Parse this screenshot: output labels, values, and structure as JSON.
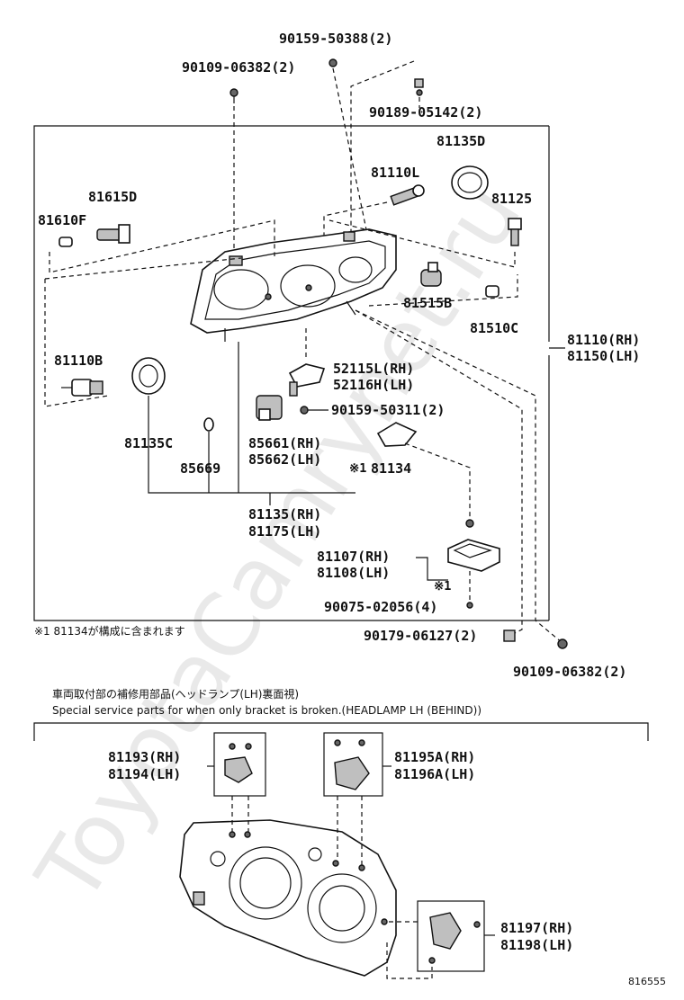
{
  "watermark": "ToyotaCamrynet.ru",
  "parts": {
    "p90159_50388": "90159-50388(2)",
    "p90109_06382_top": "90109-06382(2)",
    "p90189_05142": "90189-05142(2)",
    "p81135D": "81135D",
    "p81110L": "81110L",
    "p81615D": "81615D",
    "p81610F": "81610F",
    "p81125": "81125",
    "p81515B": "81515B",
    "p81510C": "81510C",
    "p81110_rh": "81110(RH)",
    "p81150_lh": "81150(LH)",
    "p81110B": "81110B",
    "p52115L_rh": "52115L(RH)",
    "p52116H_lh": "52116H(LH)",
    "p90159_50311": "90159-50311(2)",
    "p81135C": "81135C",
    "p85661_rh": "85661(RH)",
    "p85662_lh": "85662(LH)",
    "p85669": "85669",
    "p81134": "81134",
    "p81134_mark": "※1",
    "p81135_rh": "81135(RH)",
    "p81175_lh": "81175(LH)",
    "p81107_rh": "81107(RH)",
    "p81108_lh": "81108(LH)",
    "p81107_mark": "※1",
    "p90075_02056": "90075-02056(4)",
    "p90179_06127": "90179-06127(2)",
    "p90109_06382_bottom": "90109-06382(2)",
    "p81193_rh": "81193(RH)",
    "p81194_lh": "81194(LH)",
    "p81195A_rh": "81195A(RH)",
    "p81196A_lh": "81196A(LH)",
    "p81197_rh": "81197(RH)",
    "p81198_lh": "81198(LH)"
  },
  "notes": {
    "footnote": "※1  81134が構成に含まれます",
    "special_title_jp": "車両取付部の補修用部品(ヘッドランプ(LH)裏面視)",
    "special_title_en": "Special service parts for when only bracket is broken.(HEADLAMP LH (BEHIND))"
  },
  "figure_ref": "816555"
}
